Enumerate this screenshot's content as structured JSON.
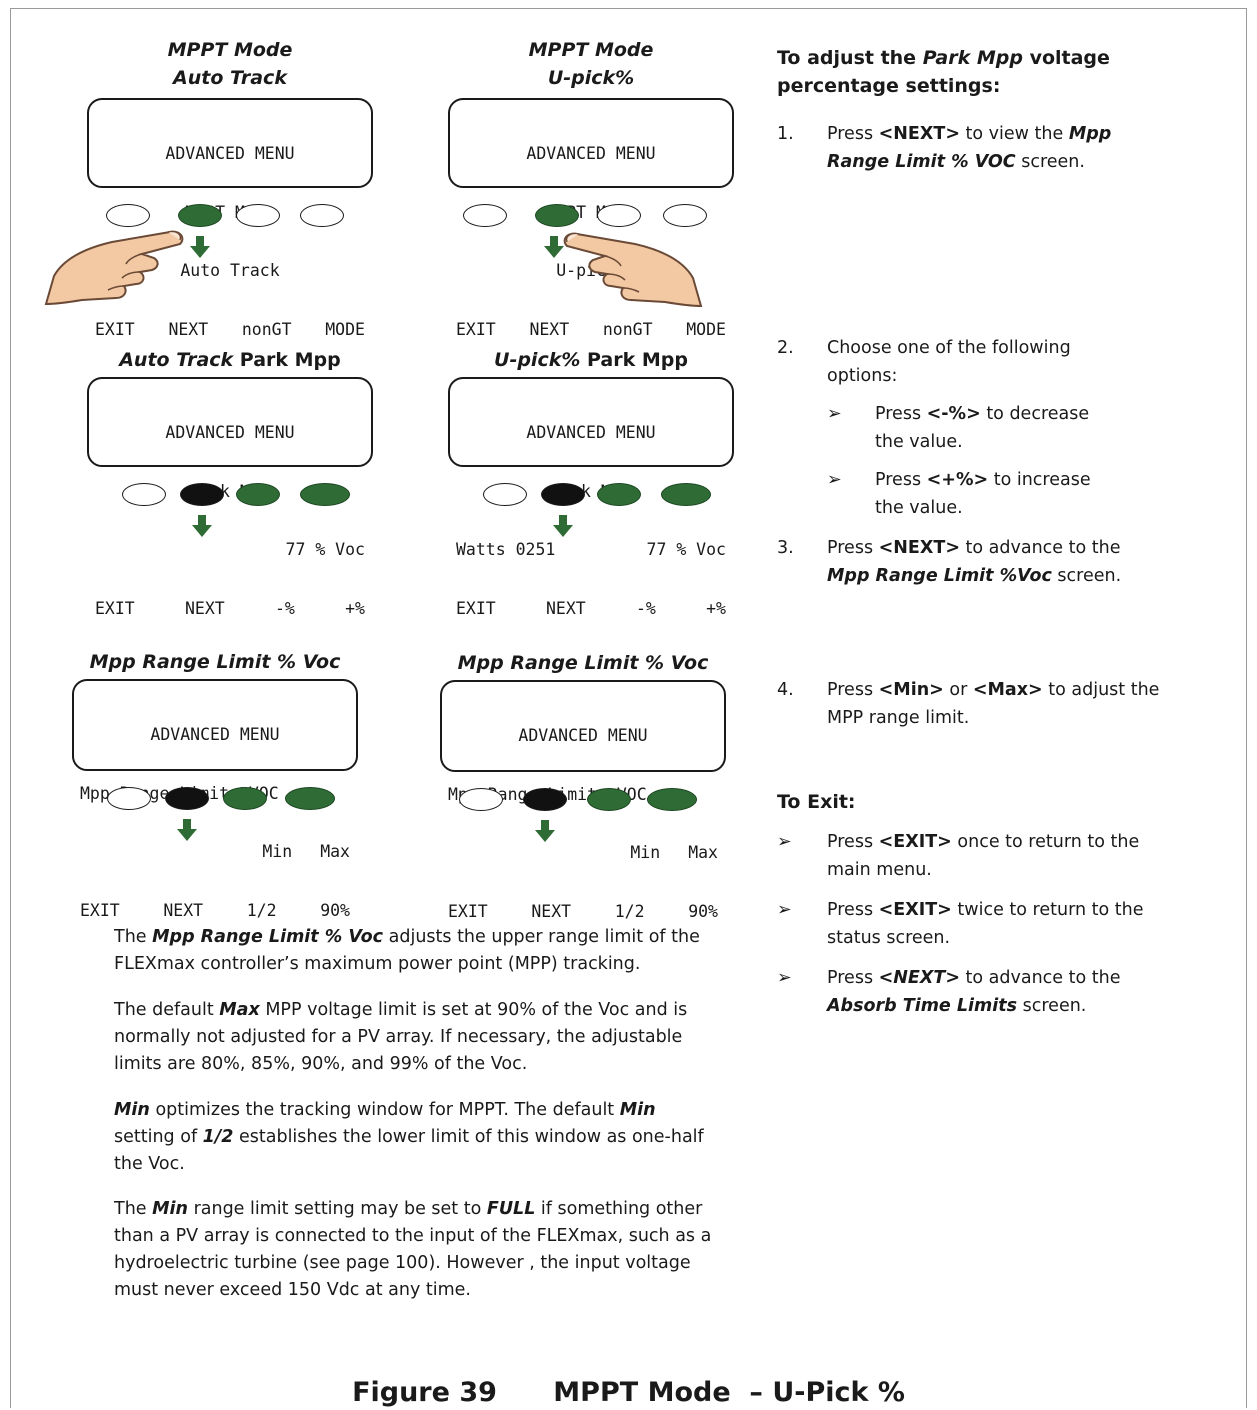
{
  "panels": [
    {
      "title_line1": "MPPT Mode",
      "title_line2": "Auto Track",
      "lcd": [
        "ADVANCED MENU",
        "MPPT Mode",
        "Auto Track"
      ],
      "keys": [
        "EXIT",
        "NEXT",
        "nonGT",
        "MODE"
      ]
    },
    {
      "title_line1": "MPPT Mode",
      "title_line2": "U-pick%",
      "lcd": [
        "ADVANCED MENU",
        "MPPT Mode",
        "U-pick%"
      ],
      "keys": [
        "EXIT",
        "NEXT",
        "nonGT",
        "MODE"
      ]
    },
    {
      "title_italic": "Auto Track",
      "title_bold": "Park Mpp",
      "lcd": [
        "ADVANCED MENU",
        "Park Mpp",
        "77 % Voc"
      ],
      "keys": [
        "EXIT",
        "NEXT",
        "-%",
        "+%"
      ]
    },
    {
      "title_italic": "U-pick%",
      "title_bold": "Park Mpp",
      "lcd": [
        "ADVANCED MENU",
        "Park Mpp",
        "Watts 0251",
        "77 % Voc"
      ],
      "keys": [
        "EXIT",
        "NEXT",
        "-%",
        "+%"
      ]
    },
    {
      "title": "Mpp Range Limit % Voc",
      "lcd": [
        "ADVANCED MENU",
        "Mpp Range Limit %VOC",
        "Min",
        "Max"
      ],
      "keys": [
        "EXIT",
        "NEXT",
        "1/2",
        "90%"
      ]
    },
    {
      "title": "Mpp Range Limit % Voc",
      "lcd": [
        "ADVANCED MENU",
        "Mpp Range Limit %VOC",
        "Min",
        "Max"
      ],
      "keys": [
        "EXIT",
        "NEXT",
        "1/2",
        "90%"
      ]
    }
  ],
  "right": {
    "heading_a": "To adjust the ",
    "heading_b": "Park Mpp",
    "heading_c": " voltage",
    "heading_d": "percentage settings:",
    "steps": [
      {
        "n": "1.",
        "a": "Press ",
        "b": "<NEXT>",
        "c": " to view the ",
        "d": "Mpp",
        "e": "Range Limit % VOC",
        "f": " screen."
      },
      {
        "n": "2.",
        "a": "Choose one of the following",
        "b": "options:"
      },
      {
        "n": "3.",
        "a": "Press ",
        "b": "<NEXT>",
        "c": " to advance to the",
        "d": "Mpp Range Limit %Voc",
        "e": " screen."
      },
      {
        "n": "4.",
        "a": "Press ",
        "b": "<Min>",
        "c": " or ",
        "d": "<Max>",
        "e": " to adjust the",
        "f": "MPP range limit."
      }
    ],
    "options": [
      {
        "a": "Press ",
        "b": "<-%>",
        "c": " to decrease",
        "d": "the value."
      },
      {
        "a": "Press ",
        "b": "<+%>",
        "c": " to increase",
        "d": "the value."
      }
    ],
    "exit_heading": "To Exit:",
    "exit_items": [
      {
        "a": "Press ",
        "b": "<EXIT>",
        "c": " once to return to the",
        "d": "main menu."
      },
      {
        "a": "Press ",
        "b": "<EXIT>",
        "c": " twice to return to the",
        "d": "status screen."
      },
      {
        "a": "Press ",
        "b": "<NEXT>",
        "c": " to advance to the",
        "d": "Absorb Time Limits",
        "e": " screen."
      }
    ],
    "bullet": "➢"
  },
  "body": {
    "p1": {
      "a": "The ",
      "b": "Mpp Range Limit % Voc",
      "c": " adjusts the upper range limit of the",
      "d": "FLEXmax controller’s maximum power point (MPP) tracking."
    },
    "p2": {
      "a": "The default ",
      "b": "Max",
      "c": " MPP voltage limit is set at 90% of the Voc and is",
      "d": "normally not adjusted for a PV array.  If necessary, the adjustable",
      "e": "limits are 80%, 85%, 90%, and 99% of the Voc."
    },
    "p3": {
      "a": "Min",
      "b": " optimizes the tracking window for MPPT.  The default ",
      "c": "Min",
      "d": "setting of ",
      "e": "1/2",
      "f": " establishes the lower limit of this window as one-half",
      "g": "the Voc."
    },
    "p4": {
      "a": "The ",
      "b": "Min",
      "c": " range limit setting may be set to ",
      "d": "FULL",
      "e": " if something other",
      "f": "than a PV array is connected to the input of the FLEXmax, such as a",
      "g": "hydroelectric turbine (see page 100). However , the  input voltage",
      "h": "must never exceed 150 Vdc at any time."
    }
  },
  "caption": "Figure 39      MPPT Mode  – U-Pick %",
  "colors": {
    "button_green": "#2f6b35",
    "button_black": "#111111",
    "arrow_green": "#2f6b35",
    "skin": "#f3c9a4"
  }
}
